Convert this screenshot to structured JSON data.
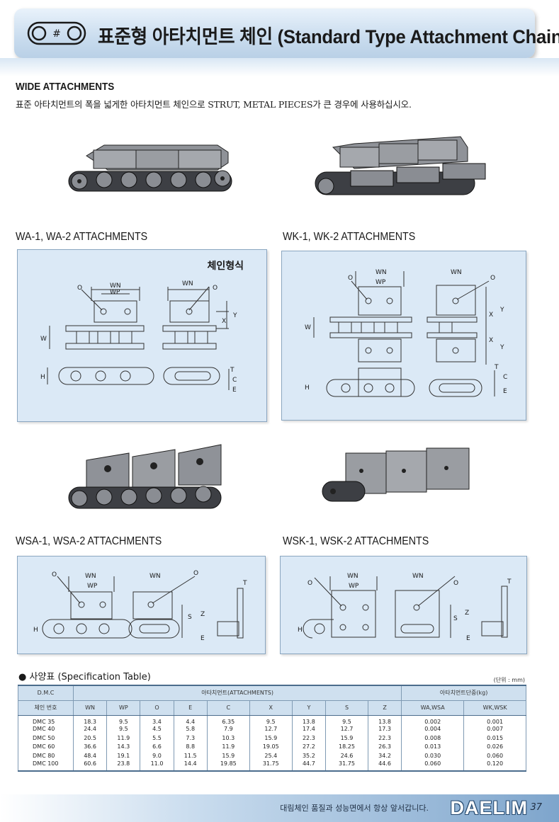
{
  "header": {
    "title": "표준형 아타치먼트 체인 (Standard Type Attachment Chain)",
    "logo_icon": "chain-link-logo-icon"
  },
  "section": {
    "title": "WIDE ATTACHMENTS",
    "description": "표준 아타치먼트의 폭을 넓게한 아타치먼트 체인으로 STRUT, METAL PIECES가 큰 경우에 사용하십시오."
  },
  "captions": {
    "wa": "WA-1, WA-2 ATTACHMENTS",
    "wk": "WK-1, WK-2 ATTACHMENTS",
    "wsa": "WSA-1, WSA-2 ATTACHMENTS",
    "wsk": "WSK-1, WSK-2 ATTACHMENTS"
  },
  "diagram_labels": {
    "wa_type_label": "체인형식",
    "wn": "WN",
    "wp": "WP",
    "o": "O",
    "w": "W",
    "h": "H",
    "x": "X",
    "y": "Y",
    "t": "T",
    "c": "C",
    "e": "E",
    "s": "S",
    "z": "Z"
  },
  "spec_table": {
    "title": "● 사양표 (Specification Table)",
    "unit": "(단위 : mm)",
    "group_headers": {
      "dmc": "D.M.C",
      "attachments": "아타치먼트(ATTACHMENTS)",
      "weight": "아타치먼트단중(kg)"
    },
    "columns": [
      "체인 번호",
      "WN",
      "WP",
      "O",
      "E",
      "C",
      "X",
      "Y",
      "S",
      "Z",
      "WA,WSA",
      "WK,WSK"
    ],
    "rows": [
      [
        "DMC  35",
        "18.3",
        "9.5",
        "3.4",
        "4.4",
        "6.35",
        "9.5",
        "13.8",
        "9.5",
        "13.8",
        "0.002",
        "0.001"
      ],
      [
        "DMC  40",
        "24.4",
        "9.5",
        "4.5",
        "5.8",
        "7.9",
        "12.7",
        "17.4",
        "12.7",
        "17.3",
        "0.004",
        "0.007"
      ],
      [
        "DMC  50",
        "20.5",
        "11.9",
        "5.5",
        "7.3",
        "10.3",
        "15.9",
        "22.3",
        "15.9",
        "22.3",
        "0.008",
        "0.015"
      ],
      [
        "DMC  60",
        "36.6",
        "14.3",
        "6.6",
        "8.8",
        "11.9",
        "19.05",
        "27.2",
        "18.25",
        "26.3",
        "0.013",
        "0.026"
      ],
      [
        "DMC  80",
        "48.4",
        "19.1",
        "9.0",
        "11.5",
        "15.9",
        "25.4",
        "35.2",
        "24.6",
        "34.2",
        "0.030",
        "0.060"
      ],
      [
        "DMC  100",
        "60.6",
        "23.8",
        "11.0",
        "14.4",
        "19.85",
        "31.75",
        "44.7",
        "31.75",
        "44.6",
        "0.060",
        "0.120"
      ]
    ]
  },
  "footer": {
    "tagline": "대림체인 품질과 성능면에서 항상 앞서갑니다.",
    "brand": "DAELIM",
    "page_number": "37"
  },
  "colors": {
    "header_bg": "#c9dcee",
    "diagram_bg": "#dbe9f6",
    "table_header_bg": "#cfe0ef",
    "footer_accent": "#7ea5cc"
  }
}
